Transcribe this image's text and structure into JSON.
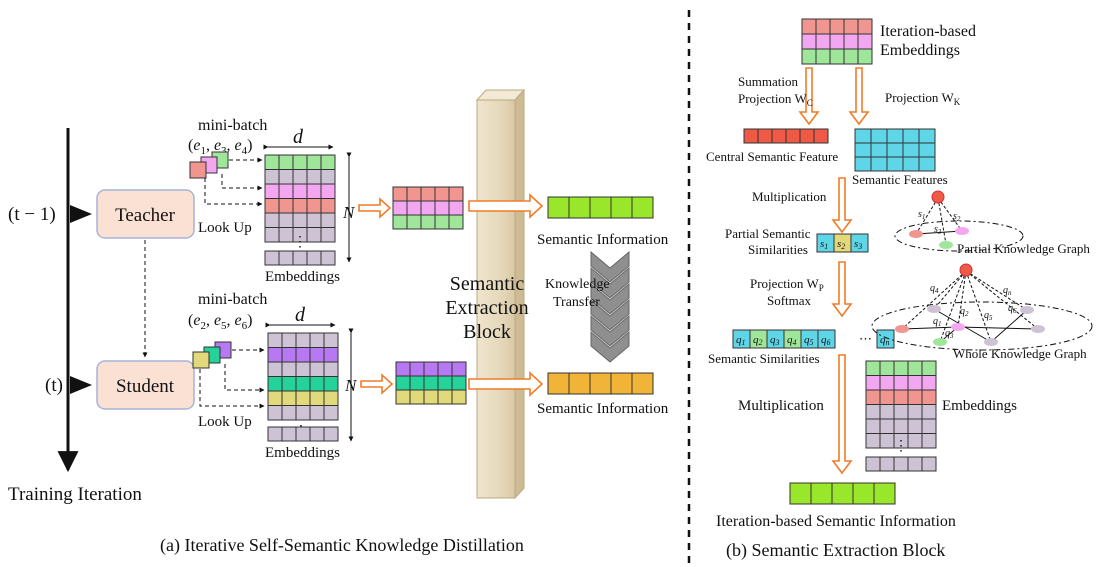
{
  "left": {
    "caption": "(a)  Iterative Self-Semantic Knowledge Distillation",
    "axis_label": "Training Iteration",
    "t_prev": "(t − 1)",
    "t_cur": "(t)",
    "teacher": "Teacher",
    "student": "Student",
    "minibatch_label": "mini-batch",
    "teacher_batch": [
      "e",
      "1",
      "e",
      "3",
      "e",
      "4"
    ],
    "student_batch": [
      "e",
      "2",
      "e",
      "5",
      "e",
      "6"
    ],
    "dim_d": "d",
    "dim_n": "N",
    "lookup": "Look Up",
    "embeddings": "Embeddings",
    "semantic_info": "Semantic Information",
    "block_lines": [
      "Semantic",
      "Extraction",
      "Block"
    ],
    "knowledge_transfer": [
      "Knowledge",
      "Transfer"
    ]
  },
  "right": {
    "caption": "(b) Semantic Extraction Block",
    "iter_embeddings": [
      "Iteration-based",
      "Embeddings"
    ],
    "summation": [
      "Summation",
      "Projection W"
    ],
    "summation_sub": "C",
    "projection_k": "Projection W",
    "projection_k_sub": "K",
    "central_feature": "Central Semantic Feature",
    "semantic_features": "Semantic Features",
    "multiplication_1": "Multiplication",
    "partial_sims": [
      "Partial Semantic",
      "Similarities"
    ],
    "partial_items": [
      "s1",
      "s2",
      "s3"
    ],
    "partial_graph": "Partial Knowledge Graph",
    "projection_p": [
      "Projection W",
      "Softmax"
    ],
    "projection_p_sub": "P",
    "sim_items": [
      "q1",
      "q2",
      "q3",
      "q4",
      "q5",
      "q6"
    ],
    "sim_last": "qn",
    "semantic_sims": "Semantic Similarities",
    "whole_graph": "Whole Knowledge Graph",
    "multiplication_2": "Multiplication",
    "embeddings": "Embeddings",
    "output": "Iteration-based Semantic Information"
  },
  "colors": {
    "green": "#9fe59a",
    "pink": "#f3a7f0",
    "salmon": "#f09590",
    "gray": "#cec3d4",
    "purple": "#b779f2",
    "teal": "#25d29a",
    "khaki": "#e2d97a",
    "lime": "#9ae62a",
    "orange": "#f0b538",
    "red": "#ee5a45",
    "cyan": "#5fd6e8",
    "box_fill": "#fbe1d3",
    "box_stroke": "#a6b4d8",
    "arrow": "#f07c28",
    "block": "#e8dcc0"
  }
}
